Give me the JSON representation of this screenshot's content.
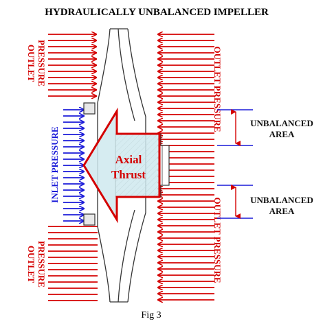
{
  "title": "HYDRAULICALLY UNBALANCED IMPELLER",
  "caption": "Fig 3",
  "labels": {
    "outlet_pressure_top_left": [
      "OUTLET",
      "PRESSURE"
    ],
    "outlet_pressure_bottom_left": [
      "OUTLET",
      "PRESSURE"
    ],
    "outlet_pressure_right_top": "OUTLET PRESSURE",
    "outlet_pressure_right_bottom": "OUTLET PRESSURE",
    "inlet_pressure": "INLET PRESSURE",
    "axial_thrust": [
      "Axial",
      "Thrust"
    ],
    "unbalanced_area_top": [
      "UNBALANCED",
      "AREA"
    ],
    "unbalanced_area_bottom": [
      "UNBALANCED",
      "AREA"
    ]
  },
  "colors": {
    "outlet_arrows": "#d40000",
    "inlet_arrows": "#1a1ad8",
    "thrust_fill": "#cfe9ef",
    "thrust_outline": "#d40000",
    "dimension_lines": "#1a1ad8",
    "dimension_arrows": "#d40000"
  }
}
